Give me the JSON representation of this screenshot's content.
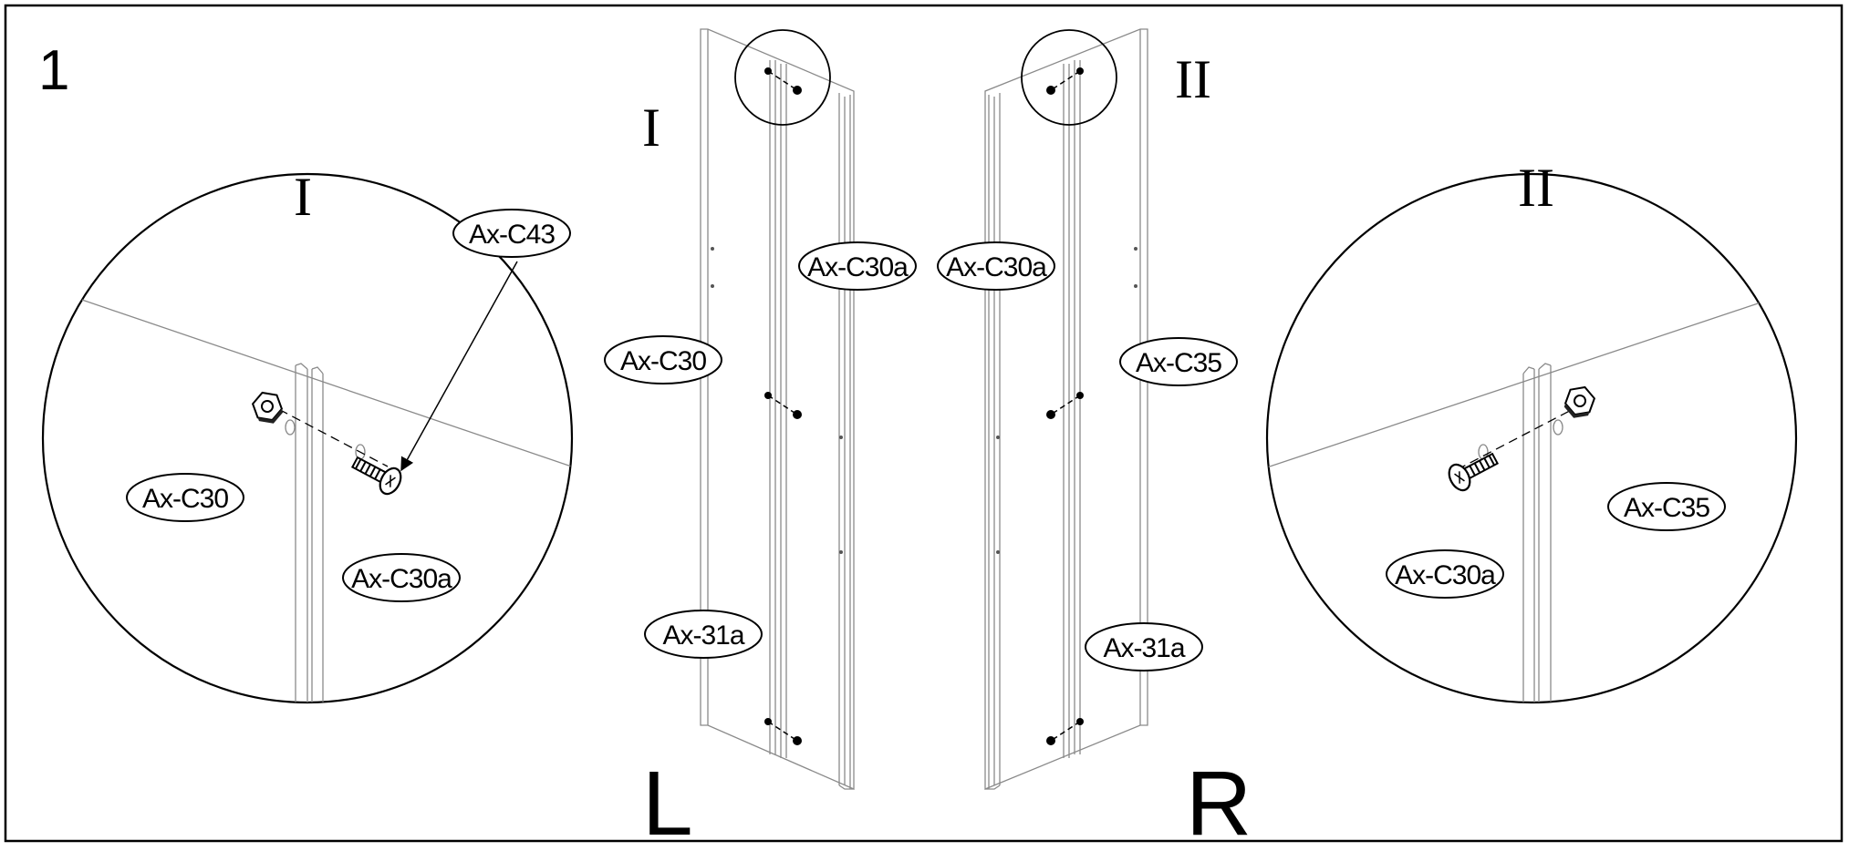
{
  "step_number": "1",
  "view_left": {
    "roman": "I",
    "side_letter": "L",
    "panel_labels": [
      "Ax-C30",
      "Ax-C30a",
      "Ax-31a"
    ]
  },
  "view_right": {
    "roman": "II",
    "side_letter": "R",
    "panel_labels": [
      "Ax-C30a",
      "Ax-C35",
      "Ax-31a"
    ]
  },
  "detail_left": {
    "roman": "I",
    "labels": [
      "Ax-C43",
      "Ax-C30",
      "Ax-C30a"
    ]
  },
  "detail_right": {
    "roman": "II",
    "labels": [
      "Ax-C35",
      "Ax-C30a"
    ]
  },
  "icons": [
    "bolt-icon",
    "nut-icon",
    "magnify-circle-icon"
  ]
}
